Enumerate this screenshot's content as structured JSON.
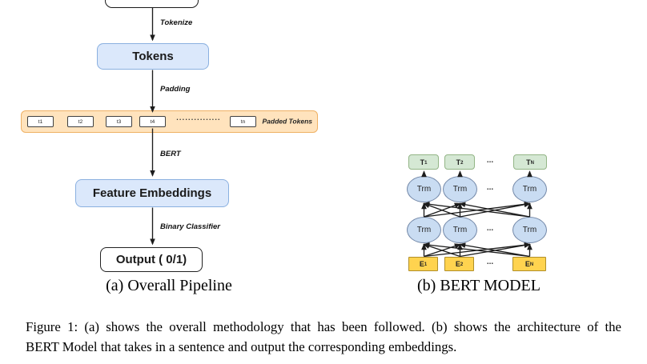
{
  "panel_a": {
    "caption": "(a) Overall Pipeline",
    "boxes": {
      "tokens": "Tokens",
      "feature_embeddings": "Feature Embeddings",
      "output": "Output ( 0/1)"
    },
    "edge_labels": {
      "tokenize": "Tokenize",
      "padding": "Padding",
      "bert": "BERT",
      "binary_classifier": "Binary Classifier"
    },
    "padded_tokens": {
      "label": "Padded Tokens",
      "cells": [
        "t1",
        "t2",
        "t3",
        "t4"
      ],
      "ellipsis": "...............",
      "last_cell": "tn"
    }
  },
  "panel_b": {
    "caption": "(b) BERT MODEL",
    "trm_label": "Trm",
    "ellipsis": "...",
    "output_nodes": [
      {
        "base": "T",
        "sub": "1"
      },
      {
        "base": "T",
        "sub": "2"
      },
      {
        "base": "T",
        "sub": "N"
      }
    ],
    "input_nodes": [
      {
        "base": "E",
        "sub": "1"
      },
      {
        "base": "E",
        "sub": "2"
      },
      {
        "base": "E",
        "sub": "N"
      }
    ]
  },
  "figure_caption": {
    "line1": "Figure 1: (a) shows the overall methodology that has been followed. (b) shows the architecture of the",
    "line2": "BERT Model that takes in a sentence and output the corresponding embeddings."
  },
  "colors": {
    "blue_fill": "#dbe8fb",
    "blue_border": "#8ab0e0",
    "orange_fill": "#ffe3bd",
    "orange_border": "#efb164",
    "green_fill": "#d5e8d4",
    "green_border": "#93b586",
    "yellow_fill": "#ffd34f",
    "yellow_border": "#b08f29",
    "ellipse_fill": "#c9dcf2",
    "ellipse_border": "#7388a8"
  }
}
